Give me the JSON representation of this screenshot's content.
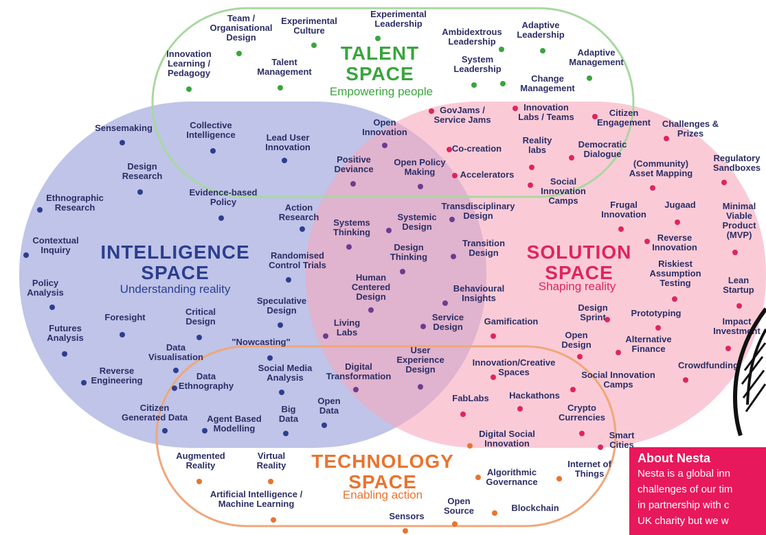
{
  "spaces": {
    "talent": {
      "title": "TALENT\nSPACE",
      "subtitle": "Empowering people",
      "color": "#3aa53d"
    },
    "intelligence": {
      "title": "INTELLIGENCE\nSPACE",
      "subtitle": "Understanding reality",
      "color": "#2c3e8f"
    },
    "solution": {
      "title": "SOLUTION\nSPACE",
      "subtitle": "Shaping reality",
      "color": "#e0245e"
    },
    "technology": {
      "title": "TECHNOLOGY\nSPACE",
      "subtitle": "Enabling action",
      "color": "#e8742f"
    }
  },
  "colors": {
    "talent_dot": "#3aa53d",
    "intelligence_dot": "#2c3e8f",
    "overlap_dot": "#6b3d8f",
    "solution_dot": "#e0245e",
    "technology_dot": "#e8742f",
    "label_text": "#2c2e66"
  },
  "items": [
    {
      "text": "Team /\nOrganisational\nDesign",
      "space": "talent"
    },
    {
      "text": "Experimental\nCulture",
      "space": "talent"
    },
    {
      "text": "Experimental\nLeadership",
      "space": "talent"
    },
    {
      "text": "Ambidextrous\nLeadership",
      "space": "talent"
    },
    {
      "text": "Adaptive\nLeadership",
      "space": "talent"
    },
    {
      "text": "Innovation\nLearning /\nPedagogy",
      "space": "talent"
    },
    {
      "text": "Talent\nManagement",
      "space": "talent"
    },
    {
      "text": "System\nLeadership",
      "space": "talent"
    },
    {
      "text": "Adaptive\nManagement",
      "space": "talent"
    },
    {
      "text": "Change\nManagement",
      "space": "talent"
    },
    {
      "text": "Sensemaking",
      "space": "intelligence"
    },
    {
      "text": "Collective\nIntelligence",
      "space": "intelligence"
    },
    {
      "text": "Lead User\nInnovation",
      "space": "intelligence"
    },
    {
      "text": "Design\nResearch",
      "space": "intelligence"
    },
    {
      "text": "Ethnographic\nResearch",
      "space": "intelligence"
    },
    {
      "text": "Evidence-based\nPolicy",
      "space": "intelligence"
    },
    {
      "text": "Action\nResearch",
      "space": "intelligence"
    },
    {
      "text": "Contextual\nInquiry",
      "space": "intelligence"
    },
    {
      "text": "Randomised\nControl Trials",
      "space": "intelligence"
    },
    {
      "text": "Policy\nAnalysis",
      "space": "intelligence"
    },
    {
      "text": "Speculative\nDesign",
      "space": "intelligence"
    },
    {
      "text": "Foresight",
      "space": "intelligence"
    },
    {
      "text": "Critical\nDesign",
      "space": "intelligence"
    },
    {
      "text": "Futures\nAnalysis",
      "space": "intelligence"
    },
    {
      "text": "\"Nowcasting\"",
      "space": "intelligence"
    },
    {
      "text": "Data\nVisualisation",
      "space": "intelligence"
    },
    {
      "text": "Reverse\nEngineering",
      "space": "intelligence"
    },
    {
      "text": "Social Media\nAnalysis",
      "space": "intelligence"
    },
    {
      "text": "Data\nEthnography",
      "space": "intelligence"
    },
    {
      "text": "Citizen\nGenerated Data",
      "space": "intelligence"
    },
    {
      "text": "Agent Based\nModelling",
      "space": "intelligence"
    },
    {
      "text": "Big\nData",
      "space": "intelligence"
    },
    {
      "text": "Open\nData",
      "space": "intelligence"
    },
    {
      "text": "Open\nInnovation",
      "space": "overlap"
    },
    {
      "text": "Positive\nDeviance",
      "space": "overlap"
    },
    {
      "text": "Open Policy\nMaking",
      "space": "overlap"
    },
    {
      "text": "Systems\nThinking",
      "space": "overlap"
    },
    {
      "text": "Systemic\nDesign",
      "space": "overlap"
    },
    {
      "text": "Transdisciplinary\nDesign",
      "space": "overlap"
    },
    {
      "text": "Design\nThinking",
      "space": "overlap"
    },
    {
      "text": "Transition\nDesign",
      "space": "overlap"
    },
    {
      "text": "Human\nCentered\nDesign",
      "space": "overlap"
    },
    {
      "text": "Behavioural\nInsights",
      "space": "overlap"
    },
    {
      "text": "Living\nLabs",
      "space": "overlap"
    },
    {
      "text": "Service\nDesign",
      "space": "overlap"
    },
    {
      "text": "Digital\nTransformation",
      "space": "overlap"
    },
    {
      "text": "User\nExperience\nDesign",
      "space": "overlap"
    },
    {
      "text": "GovJams /\nService Jams",
      "space": "solution"
    },
    {
      "text": "Innovation\nLabs / Teams",
      "space": "solution"
    },
    {
      "text": "Citizen\nEngagement",
      "space": "solution"
    },
    {
      "text": "Challenges &\nPrizes",
      "space": "solution"
    },
    {
      "text": "Co-creation",
      "space": "solution"
    },
    {
      "text": "Reality\nlabs",
      "space": "solution"
    },
    {
      "text": "Democratic\nDialogue",
      "space": "solution"
    },
    {
      "text": "Accelerators",
      "space": "solution"
    },
    {
      "text": "(Community)\nAsset Mapping",
      "space": "solution"
    },
    {
      "text": "Regulatory\nSandboxes",
      "space": "solution"
    },
    {
      "text": "Social\nInnovation\nCamps",
      "space": "solution"
    },
    {
      "text": "Frugal\nInnovation",
      "space": "solution"
    },
    {
      "text": "Jugaad",
      "space": "solution"
    },
    {
      "text": "Minimal\nViable\nProduct\n(MVP)",
      "space": "solution"
    },
    {
      "text": "Reverse\nInnovation",
      "space": "solution"
    },
    {
      "text": "Riskiest\nAssumption\nTesting",
      "space": "solution"
    },
    {
      "text": "Lean\nStartup",
      "space": "solution"
    },
    {
      "text": "Design\nSprint",
      "space": "solution"
    },
    {
      "text": "Prototyping",
      "space": "solution"
    },
    {
      "text": "Gamification",
      "space": "solution"
    },
    {
      "text": "Impact\nInvestment",
      "space": "solution"
    },
    {
      "text": "Open\nDesign",
      "space": "solution"
    },
    {
      "text": "Alternative\nFinance",
      "space": "solution"
    },
    {
      "text": "Crowdfunding",
      "space": "solution"
    },
    {
      "text": "Innovation/Creative\nSpaces",
      "space": "solution"
    },
    {
      "text": "Social Innovation\nCamps",
      "space": "solution"
    },
    {
      "text": "FabLabs",
      "space": "solution"
    },
    {
      "text": "Hackathons",
      "space": "solution"
    },
    {
      "text": "Crypto\nCurrencies",
      "space": "solution"
    },
    {
      "text": "Smart\nCities",
      "space": "solution"
    },
    {
      "text": "Digital Social\nInnovation",
      "space": "technology"
    },
    {
      "text": "Augmented\nReality",
      "space": "technology"
    },
    {
      "text": "Virtual\nReality",
      "space": "technology"
    },
    {
      "text": "Internet of\nThings",
      "space": "technology"
    },
    {
      "text": "Algorithmic\nGovernance",
      "space": "technology"
    },
    {
      "text": "Artificial Intelligence /\nMachine Learning",
      "space": "technology"
    },
    {
      "text": "Open\nSource",
      "space": "technology"
    },
    {
      "text": "Blockchain",
      "space": "technology"
    },
    {
      "text": "Sensors",
      "space": "technology"
    }
  ],
  "about": {
    "heading": "About Nesta",
    "lines": [
      "Nesta is a global inn",
      "challenges of our tim",
      "in partnership with c",
      "UK charity but we w"
    ]
  }
}
